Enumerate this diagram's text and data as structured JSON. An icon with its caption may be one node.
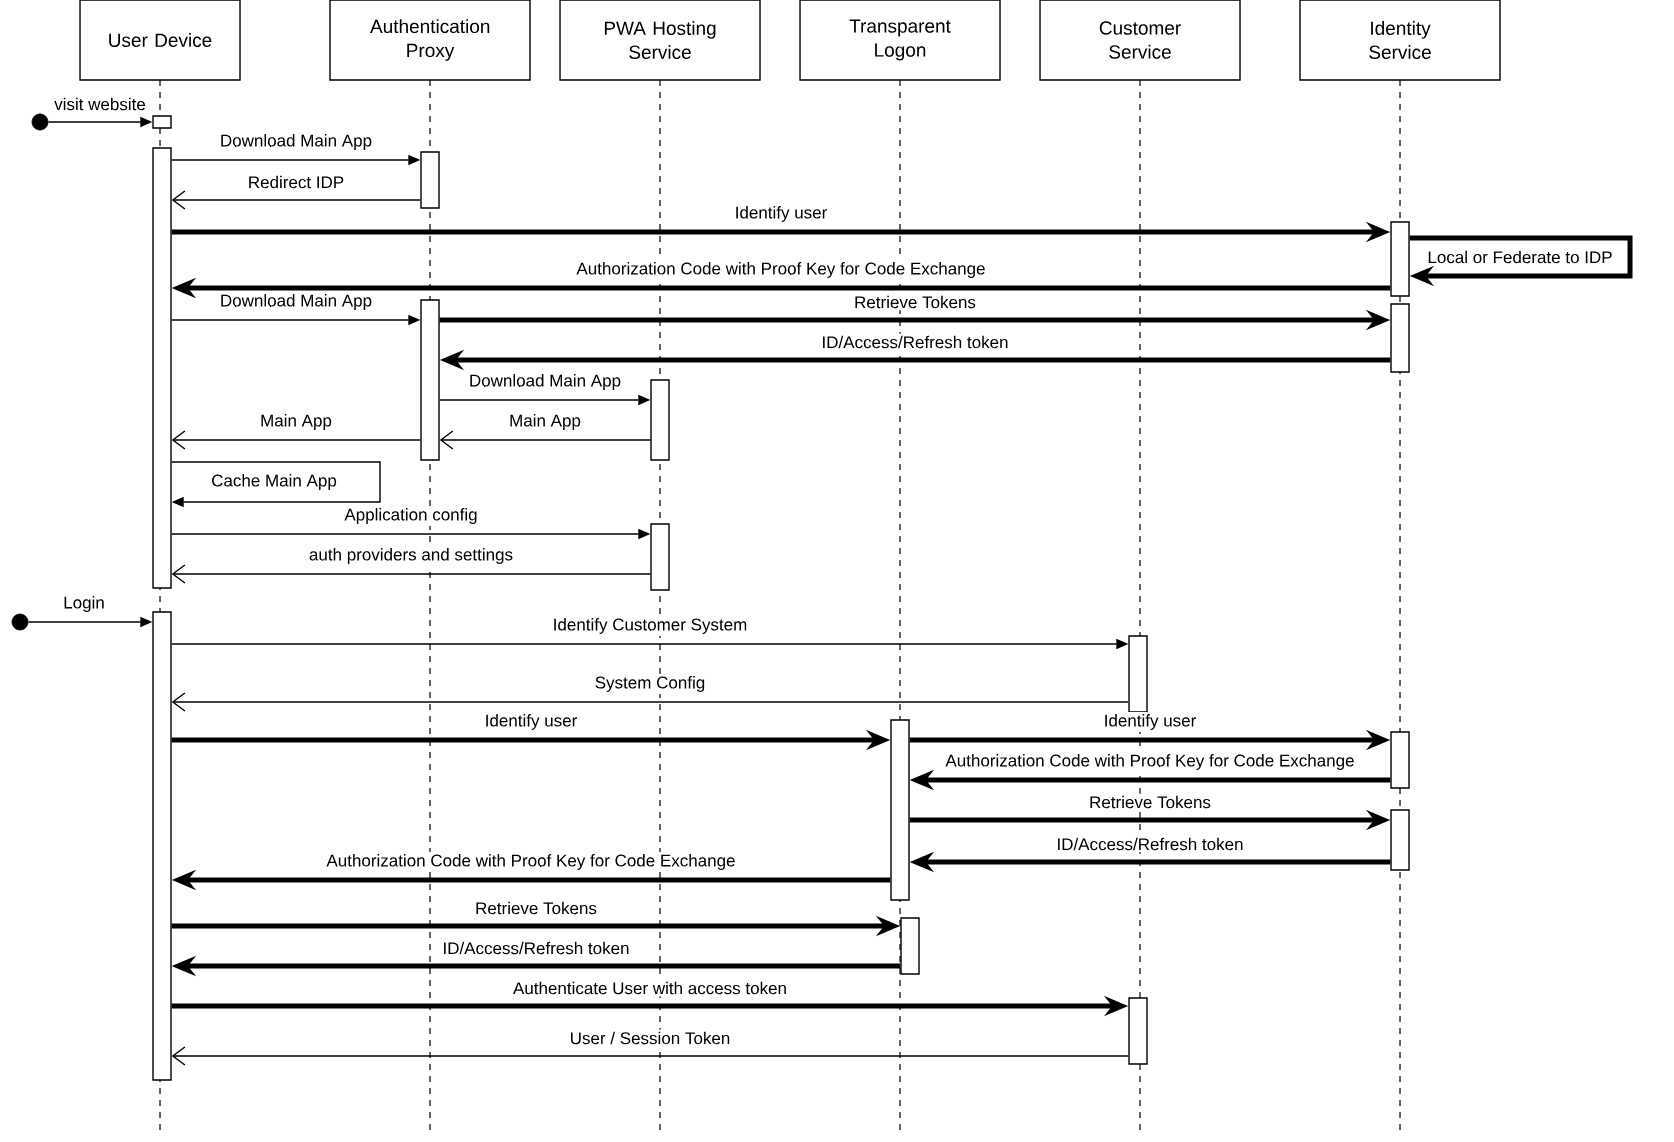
{
  "diagram": {
    "nodes": [
      {
        "text": [
          "User Device"
        ]
      },
      {
        "text": [
          "Authentication Proxy"
        ]
      },
      {
        "text": [
          "PWA Hosting Service"
        ]
      },
      {
        "text": [
          "Transparent Logon"
        ]
      },
      {
        "text": [
          "Customer Service"
        ]
      },
      {
        "text": [
          "Identity Service"
        ]
      },
      {
        "text": [],
        "shape": "circle"
      },
      {
        "text": [],
        "shape": "bar"
      },
      {
        "text": [],
        "shape": "bar"
      },
      {
        "text": [],
        "shape": "bar"
      },
      {
        "text": [],
        "shape": "bar"
      },
      {
        "text": [],
        "shape": "bar"
      },
      {
        "text": [],
        "shape": "bar"
      },
      {
        "text": [],
        "shape": "bar"
      },
      {
        "text": [],
        "shape": "bar"
      },
      {
        "text": [],
        "shape": "circle"
      },
      {
        "text": [],
        "shape": "bar"
      },
      {
        "text": [],
        "shape": "bar"
      },
      {
        "text": [],
        "shape": "bar"
      },
      {
        "text": [],
        "shape": "bar"
      },
      {
        "text": [],
        "shape": "bar"
      },
      {
        "text": [],
        "shape": "bar"
      },
      {
        "text": [],
        "shape": "bar"
      }
    ],
    "edges": [
      {
        "from": 6,
        "to": 7,
        "arrow": "to",
        "label": "visit website"
      },
      {
        "from": 8,
        "to": 9,
        "arrow": "to",
        "label": "Download Main App"
      },
      {
        "from": 9,
        "to": 8,
        "arrow": "to",
        "label": "Redirect IDP"
      },
      {
        "from": 8,
        "to": 10,
        "arrow": "to",
        "label": "Identify user",
        "style": "thick"
      },
      {
        "from": 10,
        "to": 10,
        "arrow": "to",
        "label": "Local or Federate to IDP",
        "style": "thick"
      },
      {
        "from": 10,
        "to": 8,
        "arrow": "to",
        "label": "Authorization Code with Proof Key for Code Exchange",
        "style": "thick"
      },
      {
        "from": 8,
        "to": 11,
        "arrow": "to",
        "label": "Download Main App"
      },
      {
        "from": 11,
        "to": 12,
        "arrow": "to",
        "label": "Retrieve Tokens",
        "style": "thick"
      },
      {
        "from": 12,
        "to": 11,
        "arrow": "to",
        "label": "ID/Access/Refresh token",
        "style": "thick"
      },
      {
        "from": 11,
        "to": 13,
        "arrow": "to",
        "label": "Download Main App"
      },
      {
        "from": 13,
        "to": 11,
        "arrow": "to",
        "label": "Main App"
      },
      {
        "from": 11,
        "to": 8,
        "arrow": "to",
        "label": "Main App"
      },
      {
        "from": 8,
        "to": 8,
        "arrow": "to",
        "label": "Cache Main App"
      },
      {
        "from": 8,
        "to": 14,
        "arrow": "to",
        "label": "Application config"
      },
      {
        "from": 14,
        "to": 8,
        "arrow": "to",
        "label": "auth providers and settings"
      },
      {
        "from": 15,
        "to": 16,
        "arrow": "to",
        "label": "Login"
      },
      {
        "from": 16,
        "to": 17,
        "arrow": "to",
        "label": "Identify Customer System"
      },
      {
        "from": 17,
        "to": 16,
        "arrow": "to",
        "label": "System Config"
      },
      {
        "from": 16,
        "to": 18,
        "arrow": "to",
        "label": "Identify user",
        "style": "thick"
      },
      {
        "from": 18,
        "to": 19,
        "arrow": "to",
        "label": "Identify user",
        "style": "thick"
      },
      {
        "from": 19,
        "to": 18,
        "arrow": "to",
        "label": "Authorization Code with Proof Key for Code Exchange",
        "style": "thick"
      },
      {
        "from": 18,
        "to": 20,
        "arrow": "to",
        "label": "Retrieve Tokens",
        "style": "thick"
      },
      {
        "from": 20,
        "to": 18,
        "arrow": "to",
        "label": "ID/Access/Refresh token",
        "style": "thick"
      },
      {
        "from": 18,
        "to": 16,
        "arrow": "to",
        "label": "Authorization Code with Proof Key for Code Exchange",
        "style": "thick"
      },
      {
        "from": 16,
        "to": 21,
        "arrow": "to",
        "label": "Retrieve Tokens",
        "style": "thick"
      },
      {
        "from": 21,
        "to": 16,
        "arrow": "to",
        "label": "ID/Access/Refresh token",
        "style": "thick"
      },
      {
        "from": 16,
        "to": 22,
        "arrow": "to",
        "label": "Authenticate User with access token",
        "style": "thick"
      },
      {
        "from": 22,
        "to": 16,
        "arrow": "to",
        "label": "User / Session Token"
      }
    ]
  }
}
